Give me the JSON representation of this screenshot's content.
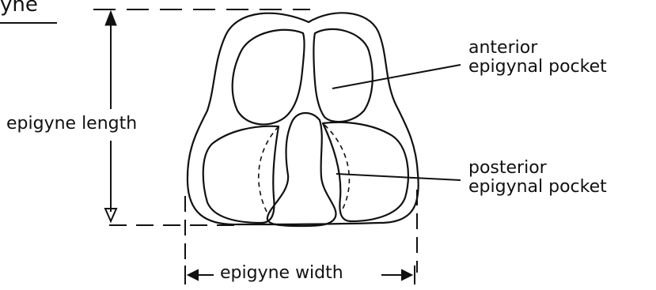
{
  "title": "yne",
  "labels": {
    "length": "epigyne length",
    "anterior_line1": "anterior",
    "anterior_line2": "epigynal pocket",
    "posterior_line1": "posterior",
    "posterior_line2": "epigynal pocket",
    "width": "epigyne width"
  },
  "colors": {
    "ink": "#111111",
    "background": "#ffffff"
  }
}
